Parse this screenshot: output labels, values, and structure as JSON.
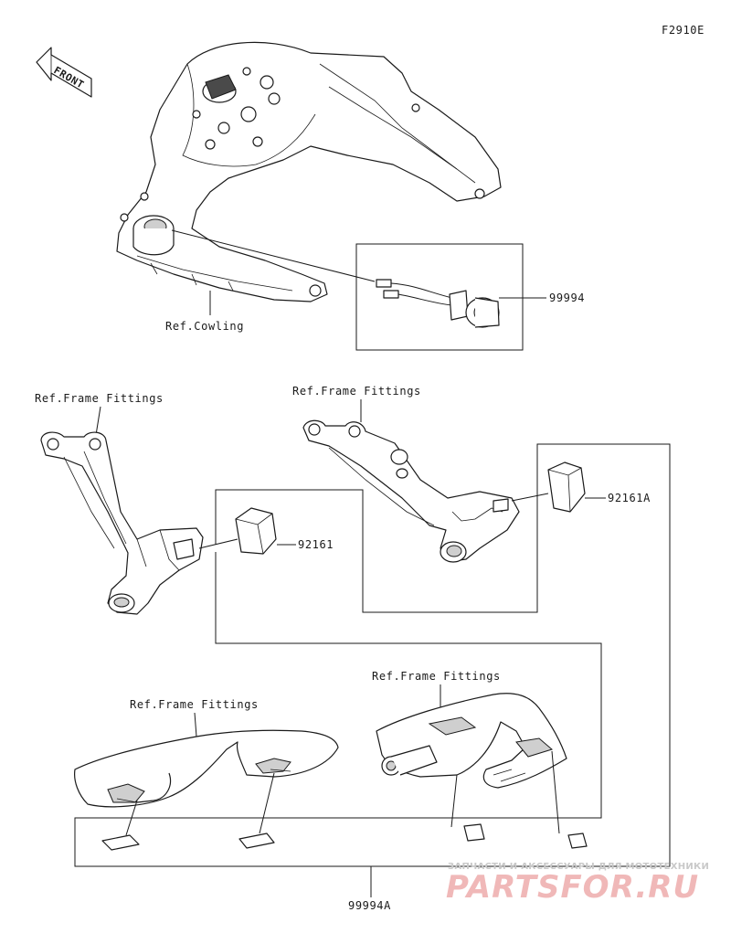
{
  "figure_code": "F2910E",
  "front_label": "FRONT",
  "labels": {
    "cowling": "Ref.Cowling",
    "frame_fittings_left": "Ref.Frame Fittings",
    "frame_fittings_right": "Ref.Frame Fittings",
    "frame_fittings_rear_left": "Ref.Frame Fittings",
    "frame_fittings_rear_right": "Ref.Frame Fittings"
  },
  "part_numbers": {
    "socket_kit": "99994",
    "slider_right": "92161A",
    "slider_left": "92161",
    "slider_kit": "99994A"
  },
  "watermark": {
    "line1": "ЗАПЧАСТИ И АКСЕССУАРЫ ДЛЯ МОТОТЕХНИКИ",
    "line2": "PARTSFOR.RU"
  }
}
